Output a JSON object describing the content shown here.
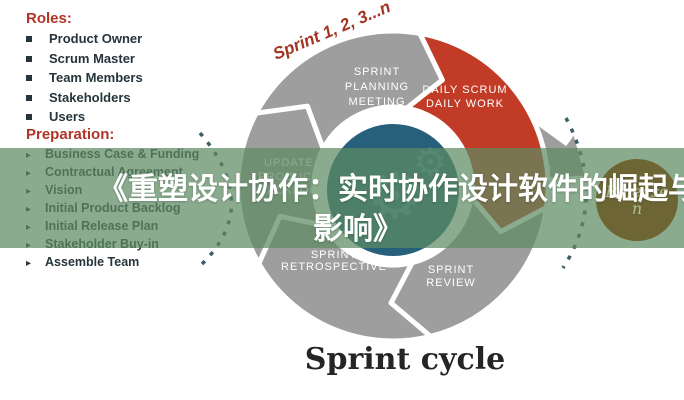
{
  "title": {
    "line1": "《重塑设计协作：实时协作设计软件的崛起与",
    "line2": "影响》"
  },
  "sidebar": {
    "roles": {
      "heading": "Roles:",
      "items": [
        "Product Owner",
        "Scrum Master",
        "Team Members",
        "Stakeholders",
        "Users"
      ]
    },
    "preparation": {
      "heading": "Preparation:",
      "items": [
        "Business Case & Funding",
        "Contractual Agreement",
        "Vision",
        "Initial Product Backlog",
        "Initial Release Plan",
        "Stakeholder Buy-in",
        "Assemble Team"
      ]
    }
  },
  "cycle": {
    "sprint_sequence_label": "Sprint 1, 2, 3...n",
    "segments": [
      {
        "id": "sprint-planning",
        "lines": [
          "SPRINT",
          "PLANNING",
          "MEETING"
        ],
        "color": "#9e9e9e"
      },
      {
        "id": "daily-scrum",
        "lines": [
          "DAILY SCRUM",
          "DAILY WORK"
        ],
        "color": "#c23b27"
      },
      {
        "id": "sprint-review",
        "lines": [
          "SPRINT",
          "REVIEW"
        ],
        "color": "#9e9e9e"
      },
      {
        "id": "sprint-retrospective",
        "lines": [
          "SPRINT",
          "RETROSPECTIVE"
        ],
        "color": "#9e9e9e"
      },
      {
        "id": "update-product-backlog",
        "lines": [
          "UPDATE",
          "PRODUCT",
          "BACKLOG"
        ],
        "color": "#9e9e9e"
      }
    ],
    "center_icon": "gears-icon"
  },
  "release": {
    "line1": "Release",
    "line2": "n"
  },
  "caption": "Sprint cycle",
  "colors": {
    "segment_gray": "#9e9e9e",
    "segment_red": "#c23b27",
    "center_circle_blue": "#27607b",
    "gear_blue": "#44809b",
    "overlay_green_rgba": "rgba(94,138,99,0.72)",
    "release_olive": "#6e6534",
    "release_text": "#adbd92",
    "dash_slate": "#3b5d68",
    "heading_red": "#b03527",
    "list_text_dark": "#26343c",
    "sequence_label_red": "#a33422",
    "caption_dark": "#252525"
  }
}
